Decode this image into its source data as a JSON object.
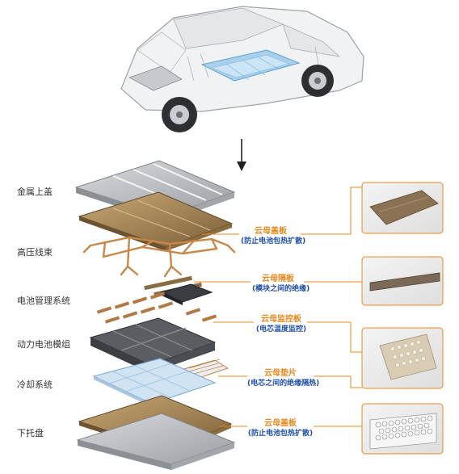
{
  "layers": [
    {
      "label": "金属上盖"
    },
    {
      "label": "高压线束"
    },
    {
      "label": "电池管理系统"
    },
    {
      "label": "动力电池模组"
    },
    {
      "label": "冷却系统"
    },
    {
      "label": "下托盘"
    }
  ],
  "callouts": [
    {
      "title": "云母盖板",
      "desc": "(防止电池包热扩散)"
    },
    {
      "title": "云母隔板",
      "desc": "(模块之间的绝缘)"
    },
    {
      "title": "云母监控板",
      "desc": "(电芯温度监控)"
    },
    {
      "title": "云母垫片",
      "desc": "(电芯之间的绝缘隔热)"
    },
    {
      "title": "云母盖板",
      "desc": "(防止电池包热扩散)"
    }
  ],
  "colors": {
    "accent_orange": "#e8891d",
    "label_blue": "#1f4fa6",
    "metal_gray": "#b9bcc0",
    "mica_gold": "#a4865a",
    "copper": "#c8874a",
    "cooling_blue": "#cfe3f3"
  }
}
